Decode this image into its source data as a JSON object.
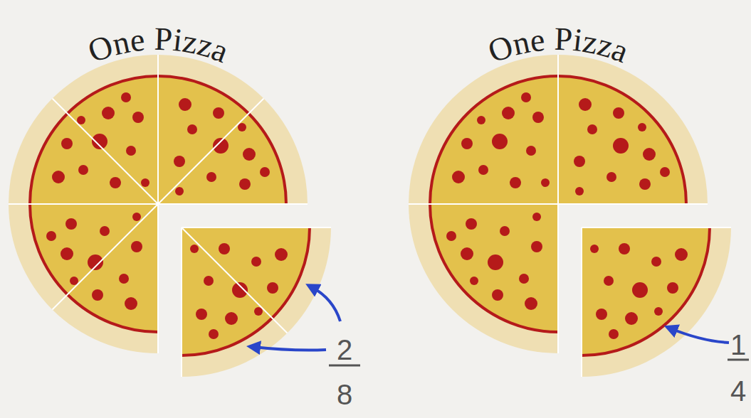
{
  "diagram": {
    "labels": [
      "One Pizza",
      "One Pizza",
      "2",
      "8",
      "1",
      "4"
    ]
  }
}
